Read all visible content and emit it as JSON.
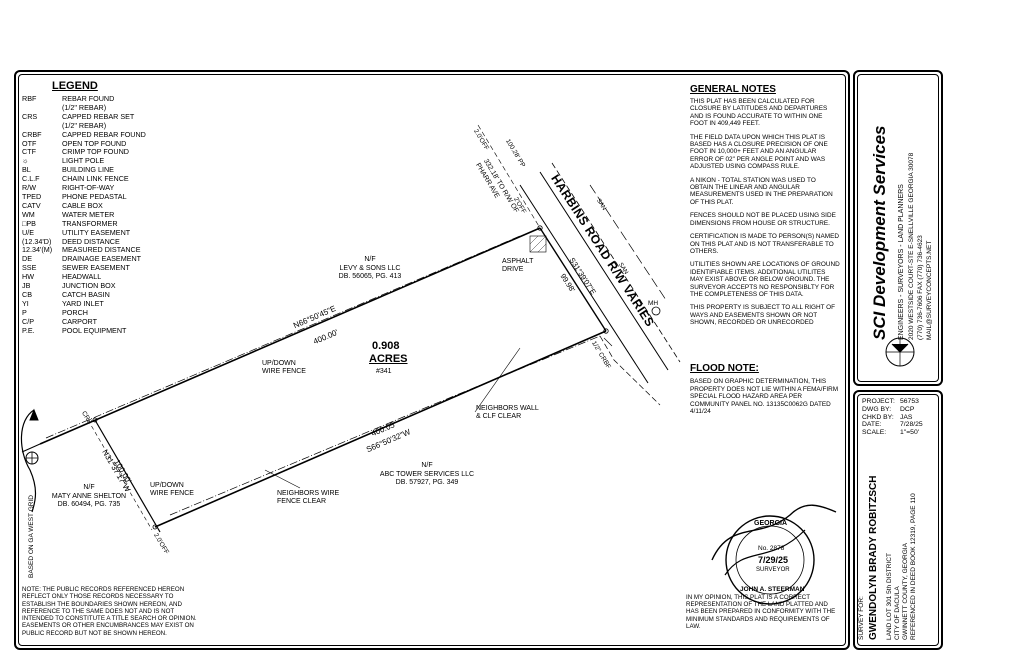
{
  "legend": {
    "title": "LEGEND",
    "items": [
      {
        "code": "RBF",
        "desc": "REBAR FOUND\n(1/2\" REBAR)"
      },
      {
        "code": "CRS",
        "desc": "CAPPED REBAR SET\n(1/2\" REBAR)"
      },
      {
        "code": "CRBF",
        "desc": "CAPPED REBAR FOUND"
      },
      {
        "code": "OTF",
        "desc": "OPEN TOP FOUND"
      },
      {
        "code": "CTF",
        "desc": "CRIMP TOP FOUND"
      },
      {
        "code": "☼",
        "desc": "LIGHT POLE"
      },
      {
        "code": "BL",
        "desc": "BUILDING LINE"
      },
      {
        "code": "C.L.F",
        "desc": "CHAIN LINK FENCE"
      },
      {
        "code": "R/W",
        "desc": "RIGHT-OF-WAY"
      },
      {
        "code": "TPED",
        "desc": "PHONE PEDASTAL"
      },
      {
        "code": "CATV",
        "desc": "CABLE BOX"
      },
      {
        "code": "WM",
        "desc": "WATER METER"
      },
      {
        "code": "□PB",
        "desc": "TRANSFORMER"
      },
      {
        "code": "U/E",
        "desc": "UTILITY EASEMENT"
      },
      {
        "code": "(12.34'D)",
        "desc": "DEED DISTANCE"
      },
      {
        "code": "12.34'(M)",
        "desc": "MEASURED DISTANCE"
      },
      {
        "code": "DE",
        "desc": "DRAINAGE EASEMENT"
      },
      {
        "code": "SSE",
        "desc": "SEWER EASEMENT"
      },
      {
        "code": "HW",
        "desc": "HEADWALL"
      },
      {
        "code": "JB",
        "desc": "JUNCTION BOX"
      },
      {
        "code": "CB",
        "desc": "CATCH BASIN"
      },
      {
        "code": "YI",
        "desc": "YARD INLET"
      },
      {
        "code": "P",
        "desc": "PORCH"
      },
      {
        "code": "C/P",
        "desc": "CARPORT"
      },
      {
        "code": "P.E.",
        "desc": "POOL EQUIPMENT"
      }
    ]
  },
  "general_notes": {
    "title": "GENERAL NOTES",
    "paragraphs": [
      "THIS PLAT HAS BEEN CALCULATED FOR CLOSURE BY LATITUDES AND DEPARTURES AND IS FOUND ACCURATE TO WITHIN ONE FOOT IN 409,449 FEET.",
      "THE FIELD DATA UPON WHICH THIS PLAT IS BASED HAS A CLOSURE PRECISION OF ONE FOOT IN 10,000+ FEET AND AN ANGULAR ERROR OF 02\" PER ANGLE POINT AND WAS ADJUSTED USING COMPASS RULE.",
      "A NIKON - TOTAL STATION WAS USED TO OBTAIN THE LINEAR AND ANGULAR MEASUREMENTS USED IN THE PREPARATION OF THIS PLAT.",
      "FENCES SHOULD NOT BE PLACED USING SIDE DIMENSIONS FROM HOUSE OR STRUCTURE.",
      "CERTIFICATION IS MADE TO PERSON(S) NAMED ON THIS PLAT AND IS NOT TRANSFERABLE TO OTHERS.",
      "UTILITIES SHOWN ARE LOCATIONS OF GROUND IDENTIFIABLE ITEMS. ADDITIONAL UTILITES MAY EXIST ABOVE OR BELOW GROUND. THE SURVEYOR ACCEPTS NO RESPONSIBLTY FOR THE COMPLETENESS OF THIS DATA.",
      "THIS PROPERTY IS SUBJECT TO ALL RIGHT OF WAYS AND EASEMENTS SHOWN OR NOT SHOWN, RECORDED OR UNRECORDED"
    ]
  },
  "flood_note": {
    "title": "FLOOD NOTE:",
    "text": "BASED ON GRAPHIC DETERMINATION, THIS PROPERTY DOES NOT LIE WITHIN A FEMA/FIRM SPECIAL FLOOD HAZARD AREA PER COMMUNITY PANEL NO. 13135C0062G DATED 4/11/24"
  },
  "opinion": "IN MY OPINION, THIS PLAT IS A CORRECT REPRESENTATION OF THE LAND PLATTED AND HAS BEEN PREPARED IN CONFORMITY WITH THE MINIMUM STANDARDS AND REQUIREMENTS OF LAW.",
  "public_records": "NOTE: THE PUBLIC RECORDS REFERENCED HEREON REFLECT ONLY THOSE RECORDS NECESSARY TO ESTABLISH THE BOUNDARIES SHOWN HEREON, AND REFERENCE TO THE SAME DOES NOT AND IS NOT INTENDED TO CONSTITUTE A TITLE SEARCH OR OPINION. EASEMENTS OR OTHER ENCUMBRANCES MAY EXIST ON PUBLIC RECORD BUT NOT BE SHOWN HEREON.",
  "plan": {
    "acreage": "0.908",
    "acres_label": "ACRES",
    "lot_number": "#341",
    "road": "HARBINS ROAD R/W VARIES",
    "north_owner": [
      "N/F",
      "LEVY & SONS LLC",
      "DB. 56065, PG. 413"
    ],
    "south_owner": [
      "N/F",
      "ABC TOWER SERVICES LLC",
      "DB. 57927, PG. 349"
    ],
    "west_owner": [
      "N/F",
      "MATY ANNE SHELTON",
      "DB. 60494, PG. 735"
    ],
    "north_bearing": "N66°50'45\"E",
    "north_distance": "400.00'",
    "south_distance": "400.05'",
    "south_bearing": "S66°50'32\"W",
    "west_distance": "100.00'",
    "west_bearing": "N31°37'17\"W",
    "east_bearing": "S31°39'07\"E",
    "east_distance": "99.98'",
    "asphalt_drive": [
      "ASPHALT",
      "DRIVE"
    ],
    "updown_fence_1": [
      "UP/DOWN",
      "WIRE FENCE"
    ],
    "updown_fence_2": [
      "UP/DOWN",
      "WIRE FENCE"
    ],
    "neighbors_wall": [
      "NEIGHBORS WALL",
      "& CLF CLEAR"
    ],
    "neighbors_fence": [
      "NEIGHBORS WIRE",
      "FENCE CLEAR"
    ],
    "tie_distance": "332.18' TO R/W OF",
    "tie_road": "PHARR AVE",
    "off_1": "2.0'OFF",
    "off_2": "2.0'OFF",
    "off_3": "2'OFF",
    "crbf_label": "1/2\" CRBF",
    "crs_label": "CRS",
    "pp_label": "100.28' PP",
    "mh_label": "MH",
    "san_1": "SAN",
    "san_2": "SAN",
    "grid_label": "BASED ON GA WEST GRID"
  },
  "title_block": {
    "company": "SCI Development Services",
    "services": "ENGINEERS - SURVEYORS - LAND PLANNERS",
    "address": "2020 WESTSIDE COURT-STE E-SNELLVILLE GEORGIA 30078",
    "phone": "(770) 736-7606  FAX (770) 736-4623",
    "email": "MAIL@SURVEYCONCEPTS.NET"
  },
  "project": {
    "rows": [
      {
        "label": "PROJECT:",
        "value": "56753"
      },
      {
        "label": "DWG BY:",
        "value": "DCP"
      },
      {
        "label": "CHKD BY:",
        "value": "JAS"
      },
      {
        "label": "DATE:",
        "value": "7/28/25"
      },
      {
        "label": "SCALE:",
        "value": "1\"=50'"
      }
    ]
  },
  "survey_for": {
    "label": "SURVEY FOR:",
    "name": "GWENDOLYN BRADY ROBITZSCH",
    "land_lot": "LAND LOT 301     5th DISTRICT",
    "city": "CITY OF DACULA",
    "county": "GWINNETT COUNTY, GEORGIA",
    "reference": "REFERENCED IN DEED BOOK 12319, PAGE 110"
  },
  "seal": {
    "state": "GEORGIA",
    "number": "No. 2878",
    "date": "7/29/25",
    "name": "JOHN A. STEERMAN",
    "role": "SURVEYOR"
  }
}
